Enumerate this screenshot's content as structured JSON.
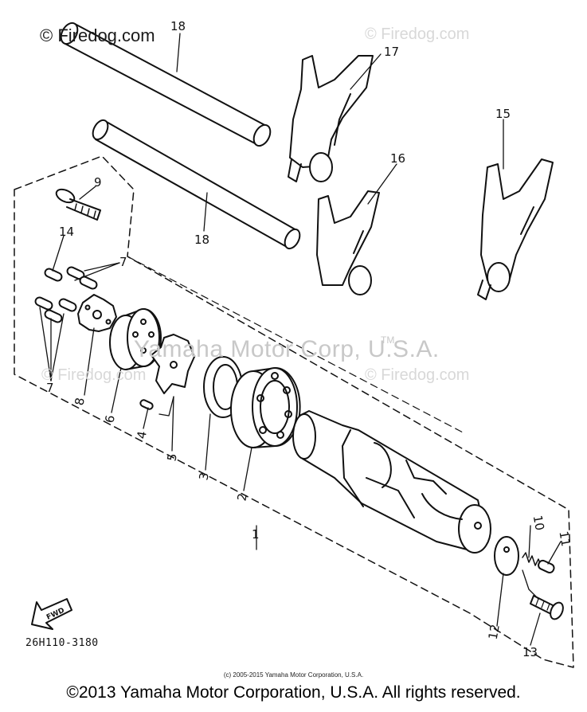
{
  "watermarks": {
    "top_left": "© Firedog.com",
    "top_right": "© Firedog.com",
    "middle_left": "© Firedog.com",
    "middle_right": "© Firedog.com",
    "center": "Yamaha Motor Corp, U.S.A.",
    "trademark": "TM"
  },
  "callouts": {
    "c1": "1",
    "c2": "2",
    "c3": "3",
    "c4": "4",
    "c5": "5",
    "c6": "6",
    "c7a": "7",
    "c7b": "7",
    "c8": "8",
    "c9": "9",
    "c10": "10",
    "c11": "11",
    "c12": "12",
    "c13": "13",
    "c14": "14",
    "c15": "15",
    "c16": "16",
    "c17": "17",
    "c18a": "18",
    "c18b": "18"
  },
  "fwd_label": "FWD",
  "part_code": "26H110-3180",
  "small_copyright": "(c) 2005-2015 Yamaha Motor Corporation, U.S.A.",
  "copyright": "©2013 Yamaha Motor Corporation, U.S.A. All rights reserved."
}
